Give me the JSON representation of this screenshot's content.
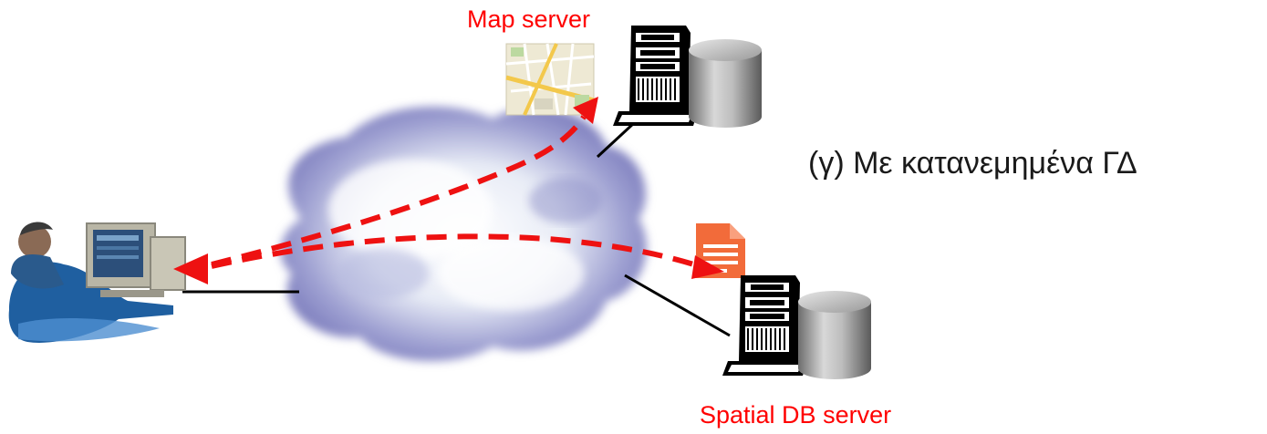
{
  "labels": {
    "map_server": "Map server",
    "spatial_db_server": "Spatial DB server",
    "caption": "(γ)  Με κατανεμημένα ΓΔ"
  },
  "icons": {
    "user": "user-at-computer-icon",
    "map": "map-thumbnail-icon",
    "document": "document-icon",
    "server": "server-tower-icon",
    "database": "database-cylinder-icon",
    "network": "internet-cloud"
  },
  "colors": {
    "labels": "#ff0000",
    "arrows": "#ee1111",
    "links": "#000000",
    "document": "#f26b3a"
  }
}
